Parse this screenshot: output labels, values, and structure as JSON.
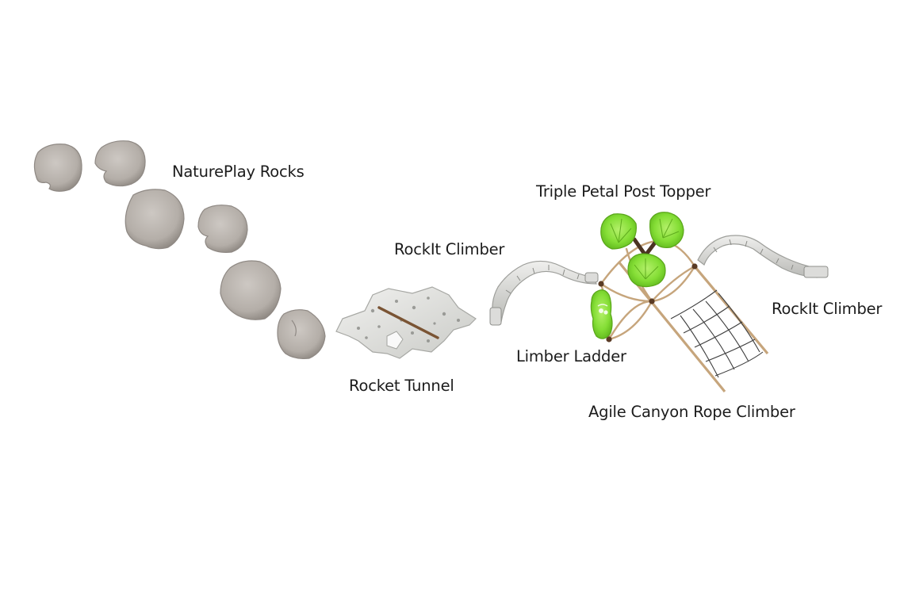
{
  "labels": {
    "natureplay_rocks": "NaturePlay Rocks",
    "triple_petal_post_topper": "Triple Petal Post Topper",
    "rockit_climber_left": "RockIt Climber",
    "rockit_climber_right": "RockIt Climber",
    "limber_ladder": "Limber Ladder",
    "rocket_tunnel": "Rocket Tunnel",
    "agile_canyon_rope_climber": "Agile Canyon Rope Climber"
  },
  "colors": {
    "rock_fill": "#b7b1ab",
    "rock_shadow": "#8f8984",
    "tunnel_fill": "#e2e3e0",
    "climber_fill": "#d8d9d6",
    "petal_green": "#7fdc2e",
    "petal_green_light": "#a6ec5a",
    "post_brown": "#4a3322",
    "rope_tan": "#c6a57c",
    "net_dark": "#3d3d3d",
    "label_text": "#1c1c1c"
  }
}
